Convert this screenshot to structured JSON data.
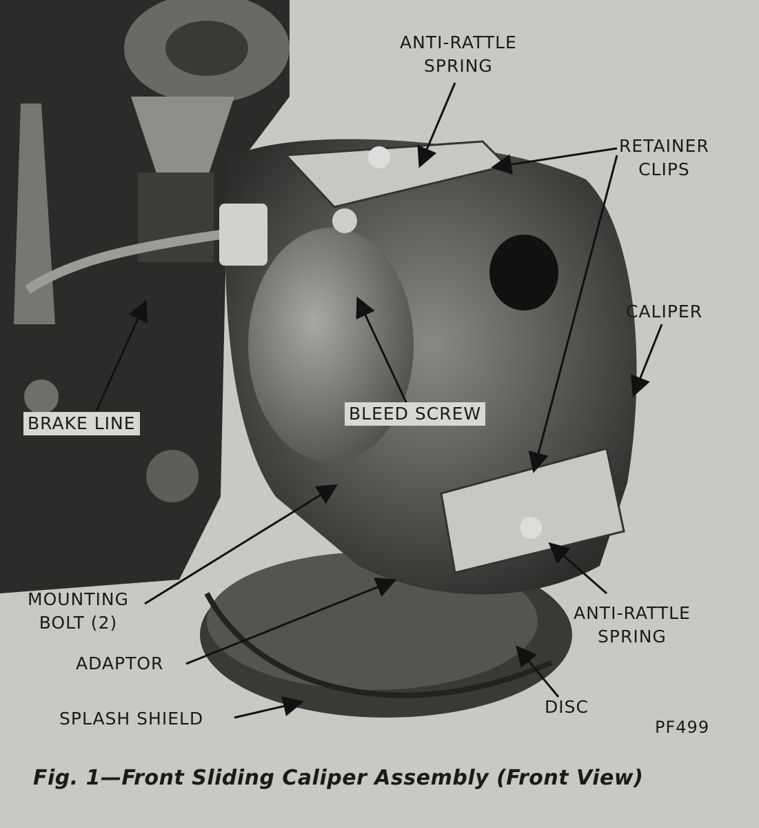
{
  "figure": {
    "caption": "Fig. 1—Front Sliding Caliper Assembly (Front View)",
    "code": "PF499",
    "labels": {
      "anti_rattle_spring_top_1": "ANTI-RATTLE",
      "anti_rattle_spring_top_2": "SPRING",
      "retainer_clips_1": "RETAINER",
      "retainer_clips_2": "CLIPS",
      "caliper": "CALIPER",
      "bleed_screw": "BLEED SCREW",
      "brake_line": "BRAKE LINE",
      "mounting_bolt_1": "MOUNTING",
      "mounting_bolt_2": "BOLT (2)",
      "anti_rattle_spring_bottom_1": "ANTI-RATTLE",
      "anti_rattle_spring_bottom_2": "SPRING",
      "adaptor": "ADAPTOR",
      "disc": "DISC",
      "splash_shield": "SPLASH SHIELD"
    }
  }
}
